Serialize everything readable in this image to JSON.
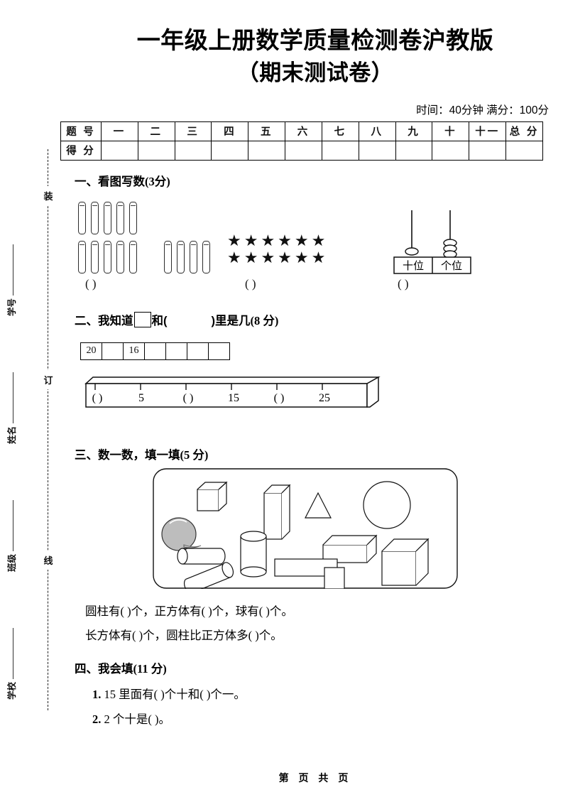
{
  "margin": {
    "fold_words": [
      "装",
      "订",
      "线"
    ],
    "fields": [
      "学号",
      "姓名",
      "班级",
      "学校"
    ]
  },
  "header": {
    "title_line1": "一年级上册数学质量检测卷沪教版",
    "title_line2": "（期末测试卷）",
    "meta": "时间：40分钟  满分：100分"
  },
  "score_table": {
    "row_labels": [
      "题 号",
      "得 分"
    ],
    "columns": [
      "一",
      "二",
      "三",
      "四",
      "五",
      "六",
      "七",
      "八",
      "九",
      "十",
      "十一",
      "总 分"
    ],
    "scores": [
      "",
      "",
      "",
      "",
      "",
      "",
      "",
      "",
      "",
      "",
      "",
      ""
    ]
  },
  "sections": [
    {
      "id": "q1",
      "heading": "一、看图写数",
      "points": "(3分)",
      "figures": {
        "sticks": {
          "row1_count": 5,
          "row2_left_count": 5,
          "row2_right_count": 4,
          "answer": "(          )"
        },
        "stars": {
          "rows": 2,
          "per_row": 6,
          "glyph": "★",
          "answer": "(          )"
        },
        "abacus": {
          "labels": [
            "十位",
            "个位"
          ],
          "tens_beads": 1,
          "ones_beads": 3,
          "answer": "(          )"
        }
      }
    },
    {
      "id": "q2",
      "heading_pre": "二、我知道",
      "heading_mid": "和(",
      "heading_post": ")里是几",
      "points": "(8 分)",
      "number_strip": [
        "20",
        "",
        "16",
        "",
        "",
        "",
        ""
      ],
      "ruler_labels": [
        "(  )",
        "5",
        "(  )",
        "15",
        "(  )",
        "25"
      ]
    },
    {
      "id": "q3",
      "heading": "三、数一数，填一填",
      "points": "(5 分)",
      "lines": [
        "圆柱有(        )个，正方体有(        )个，球有(        )个。",
        "长方体有(        )个，圆柱比正方体多(        )个。"
      ],
      "shapes": [
        "cube-small",
        "cuboid-tall",
        "triangle",
        "circle",
        "sphere-shaded",
        "cylinder-upright",
        "cuboid-flat",
        "cube-large",
        "cylinder-lying",
        "cylinder-tilted",
        "rectangle-flat",
        "square-small"
      ]
    },
    {
      "id": "q4",
      "heading": "四、我会填",
      "points": "(11 分)",
      "items": [
        {
          "index": "1.",
          "text": "15 里面有(        )个十和(        )个一。"
        },
        {
          "index": "2.",
          "text": "2 个十是(        )。"
        }
      ]
    }
  ],
  "footer": {
    "text": "第 页 共 页"
  }
}
